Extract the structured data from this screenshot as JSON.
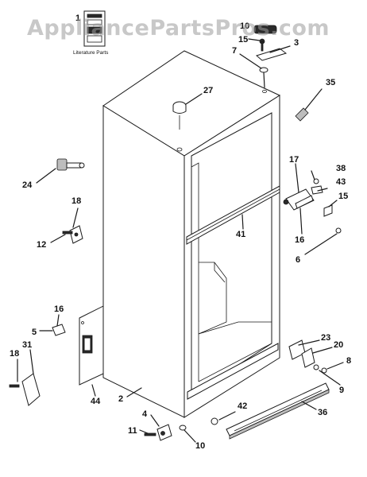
{
  "watermark": "AppliancePartsPros.com",
  "literature_caption": "Literature Parts",
  "callouts": [
    {
      "id": "c-1",
      "text": "1"
    },
    {
      "id": "c-10a",
      "text": "10"
    },
    {
      "id": "c-15a",
      "text": "15"
    },
    {
      "id": "c-3",
      "text": "3"
    },
    {
      "id": "c-7",
      "text": "7"
    },
    {
      "id": "c-35",
      "text": "35"
    },
    {
      "id": "c-27",
      "text": "27"
    },
    {
      "id": "c-24",
      "text": "24"
    },
    {
      "id": "c-18a",
      "text": "18"
    },
    {
      "id": "c-12",
      "text": "12"
    },
    {
      "id": "c-17",
      "text": "17"
    },
    {
      "id": "c-38",
      "text": "38"
    },
    {
      "id": "c-43",
      "text": "43"
    },
    {
      "id": "c-15b",
      "text": "15"
    },
    {
      "id": "c-41",
      "text": "41"
    },
    {
      "id": "c-16a",
      "text": "16"
    },
    {
      "id": "c-6",
      "text": "6"
    },
    {
      "id": "c-16b",
      "text": "16"
    },
    {
      "id": "c-5",
      "text": "5"
    },
    {
      "id": "c-18b",
      "text": "18"
    },
    {
      "id": "c-31",
      "text": "31"
    },
    {
      "id": "c-44",
      "text": "44"
    },
    {
      "id": "c-2",
      "text": "2"
    },
    {
      "id": "c-23",
      "text": "23"
    },
    {
      "id": "c-20",
      "text": "20"
    },
    {
      "id": "c-8",
      "text": "8"
    },
    {
      "id": "c-9",
      "text": "9"
    },
    {
      "id": "c-42",
      "text": "42"
    },
    {
      "id": "c-36",
      "text": "36"
    },
    {
      "id": "c-4",
      "text": "4"
    },
    {
      "id": "c-11",
      "text": "11"
    },
    {
      "id": "c-10b",
      "text": "10"
    }
  ]
}
